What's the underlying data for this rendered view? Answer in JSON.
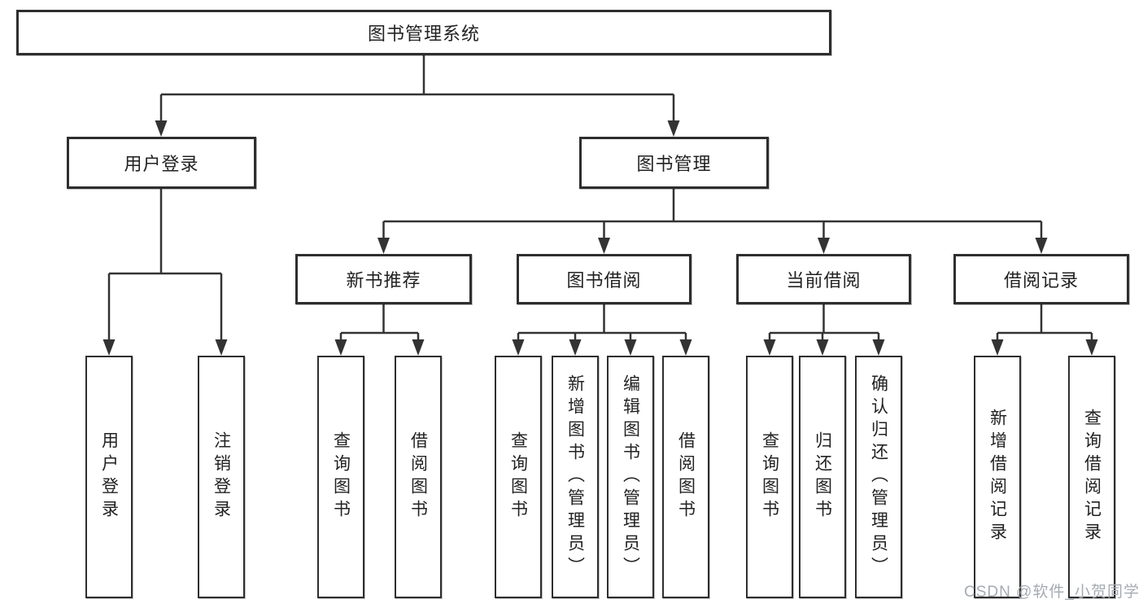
{
  "colors": {
    "line": "#333333",
    "box_border": "#2e2e2e",
    "text": "#222222",
    "background": "#ffffff",
    "watermark": "#a5abb3"
  },
  "tree": {
    "label": "图书管理系统",
    "children": [
      {
        "label": "用户登录",
        "children": [
          {
            "label": "用户登录"
          },
          {
            "label": "注销登录"
          }
        ]
      },
      {
        "label": "图书管理",
        "children": [
          {
            "label": "新书推荐",
            "children": [
              {
                "label": "查询图书"
              },
              {
                "label": "借阅图书"
              }
            ]
          },
          {
            "label": "图书借阅",
            "children": [
              {
                "label": "查询图书"
              },
              {
                "label": "新增图书（管理员）"
              },
              {
                "label": "编辑图书（管理员）"
              },
              {
                "label": "借阅图书"
              }
            ]
          },
          {
            "label": "当前借阅",
            "children": [
              {
                "label": "查询图书"
              },
              {
                "label": "归还图书"
              },
              {
                "label": "确认归还（管理员）"
              }
            ]
          },
          {
            "label": "借阅记录",
            "children": [
              {
                "label": "新增借阅记录"
              },
              {
                "label": "查询借阅记录"
              }
            ]
          }
        ]
      }
    ]
  },
  "watermark": {
    "text": "CSDN @软件_小贺同学"
  }
}
